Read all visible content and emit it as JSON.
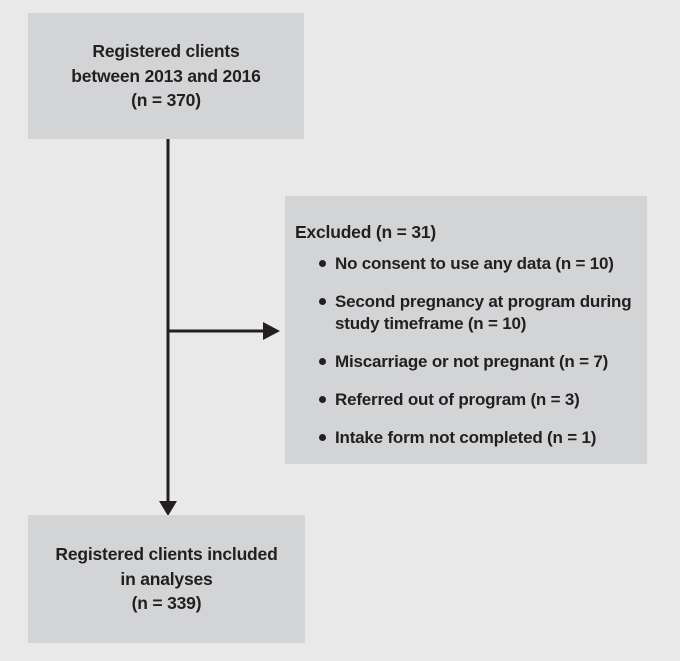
{
  "palette": {
    "background": "#e9e9ea",
    "box_fill": "#d3d4d6",
    "text": "#231f20",
    "arrow": "#231f20"
  },
  "flowchart": {
    "top_box": {
      "lines": [
        "Registered clients",
        "between 2013 and 2016",
        "(n = 370)"
      ]
    },
    "excluded_box": {
      "title": "Excluded (n = 31)",
      "items": [
        "No consent to use any data (n = 10)",
        "Second pregnancy at program during study timeframe (n = 10)",
        "Miscarriage or not pregnant (n = 7)",
        "Referred out of program (n = 3)",
        "Intake form not completed (n = 1)"
      ]
    },
    "bottom_box": {
      "lines": [
        "Registered clients included",
        "in analyses",
        "(n = 339)"
      ]
    }
  }
}
